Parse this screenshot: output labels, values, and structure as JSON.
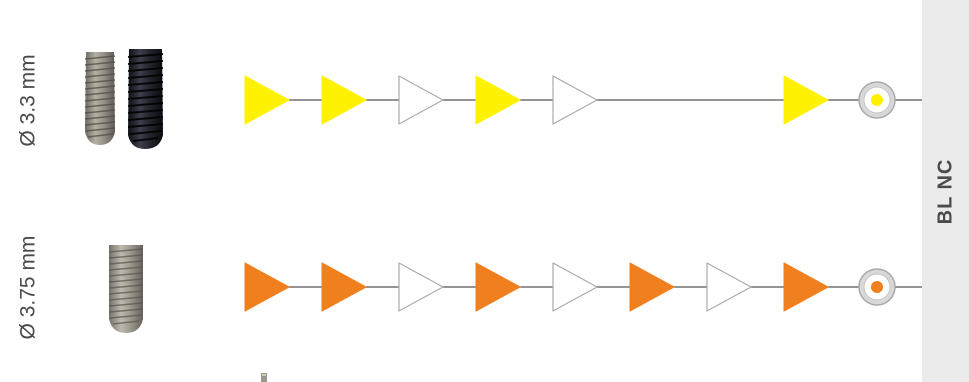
{
  "rows": [
    {
      "label": "Ø 3.3 mm",
      "color": "#fff200",
      "steps": [
        "filled",
        "filled",
        "outline",
        "filled",
        "outline",
        "skip",
        "skip",
        "filled"
      ],
      "implants": [
        "titanium-implant",
        "black-implant"
      ]
    },
    {
      "label": "Ø 3.75 mm",
      "color": "#f07f1e",
      "steps": [
        "filled",
        "filled",
        "outline",
        "filled",
        "outline",
        "filled",
        "outline",
        "filled"
      ],
      "implants": [
        "titanium-implant"
      ]
    }
  ],
  "side_label": "BL NC",
  "colors": {
    "line": "#555555",
    "outline_stroke": "#aaaaaa",
    "side_bar": "#ebebeb",
    "text": "#4a4a4a"
  }
}
